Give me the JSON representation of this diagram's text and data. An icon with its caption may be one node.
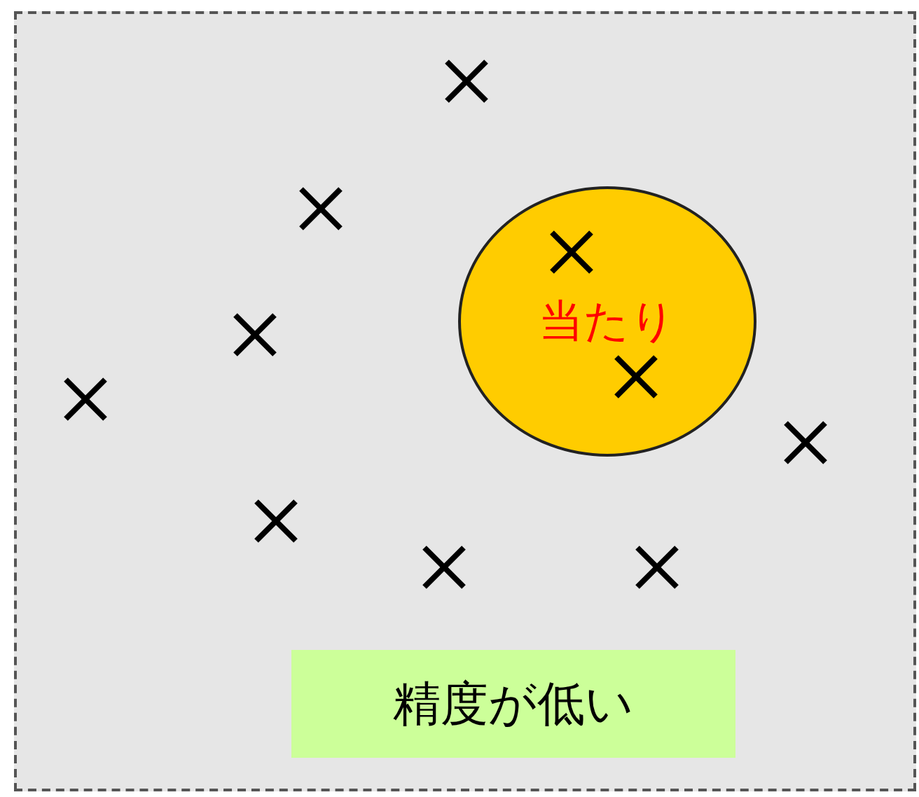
{
  "diagram": {
    "nodes": [
      {
        "text": [],
        "shape": "box"
      },
      {
        "text": [
          "当たり"
        ],
        "in": 0
      },
      {
        "text": [
          "精度が低い"
        ],
        "in": 0
      }
    ]
  }
}
